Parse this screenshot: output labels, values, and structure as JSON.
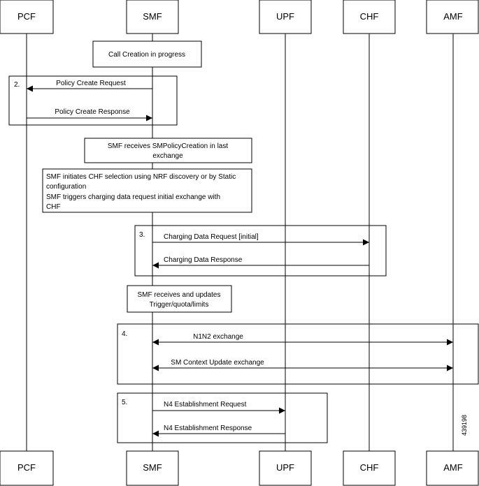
{
  "entities": [
    "PCF",
    "SMF",
    "UPF",
    "CHF",
    "AMF"
  ],
  "notes": {
    "call_creation": "Call Creation in progress",
    "smf_receives_policy_1": "SMF receives SMPolicyCreation in last",
    "smf_receives_policy_2": "exchange",
    "chf_selection_1": "SMF initiates CHF selection using NRF discovery or by Static",
    "chf_selection_2": "configuration",
    "chf_selection_3": "SMF triggers charging data request initial exchange with",
    "chf_selection_4": "CHF",
    "smf_updates_1": "SMF receives and updates",
    "smf_updates_2": "Trigger/quota/limits"
  },
  "groups": {
    "g2": "2.",
    "g3": "3.",
    "g4": "4.",
    "g5": "5."
  },
  "messages": {
    "policy_create_request": "Policy Create Request",
    "policy_create_response": "Policy Create Response",
    "charging_data_request": "Charging Data Request [initial]",
    "charging_data_response": "Charging Data Response",
    "n1n2_exchange": "N1N2 exchange",
    "sm_context_update": "SM Context Update exchange",
    "n4_request": "N4 Establishment Request",
    "n4_response": "N4 Establishment Response"
  },
  "figure_id": "439198"
}
